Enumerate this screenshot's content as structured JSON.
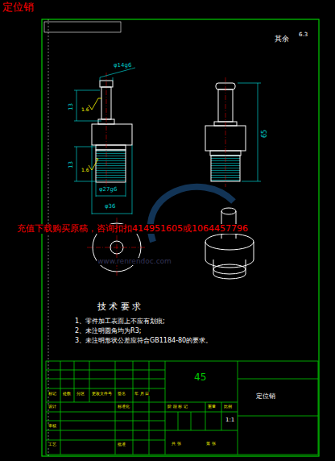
{
  "diagram": {
    "title": "定位销",
    "labels": [
      "φ14g6",
      "13",
      "1.6",
      "13",
      "1.6",
      "φ27g6",
      "φ36",
      "65",
      "其余",
      "6.3",
      "充值下载购买原稿，咨询扣扣414951605或1064457796",
      "www.renrendoc.com",
      "技 术 要 求",
      "1、零件加工表面上不应有划痕;",
      "2、未注明圆角均为R3;",
      "3、未注明形状公差应符合GB1184-80的要求。",
      "45",
      "定位销",
      "1:1",
      "标记",
      "处数",
      "分区",
      "更改文件号",
      "签名",
      "年 月 日",
      "设计",
      "标准化",
      "审核",
      "工艺",
      "批准",
      "阶 段 标 记",
      "重量",
      "比例",
      "共 张",
      "第 张"
    ]
  }
}
